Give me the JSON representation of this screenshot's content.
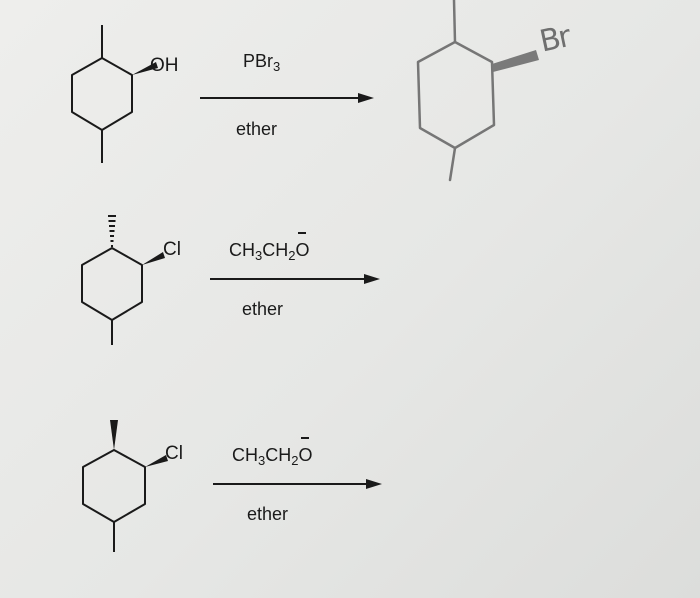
{
  "reactions": [
    {
      "substituent": "OH",
      "reagent": {
        "main": "PBr",
        "sub": "3"
      },
      "solvent": "ether",
      "product_label": "Br"
    },
    {
      "substituent": "Cl",
      "reagent": {
        "p1": "CH",
        "s1": "3",
        "p2": "CH",
        "s2": "2",
        "p3": "O"
      },
      "solvent": "ether"
    },
    {
      "substituent": "Cl",
      "reagent": {
        "p1": "CH",
        "s1": "3",
        "p2": "CH",
        "s2": "2",
        "p3": "O"
      },
      "solvent": "ether"
    }
  ],
  "colors": {
    "ink": "#1a1a1a",
    "pencil": "#707070",
    "paper": "#e8e9e7"
  }
}
